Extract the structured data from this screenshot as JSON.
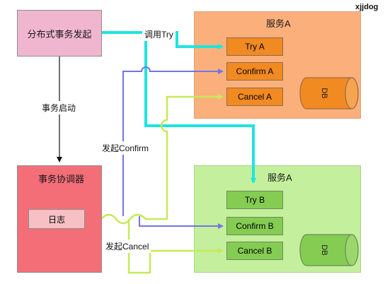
{
  "watermark": "xjjdog",
  "initiator": {
    "label": "分布式事务发起"
  },
  "coordinator": {
    "label": "事务协调器",
    "log_label": "日志"
  },
  "service_a": {
    "title": "服务A",
    "try": "Try A",
    "confirm": "Confirm A",
    "cancel": "Cancel A",
    "db": "DB"
  },
  "service_b": {
    "title": "服务A",
    "try": "Try B",
    "confirm": "Confirm B",
    "cancel": "Cancel B",
    "db": "DB"
  },
  "edge_labels": {
    "call_try": "调用Try",
    "start_tx": "事务启动",
    "send_confirm": "发起Confirm",
    "send_cancel": "发起Cancel"
  },
  "colors": {
    "initiator_fill": "#f0b6cf",
    "coordinator_fill": "#f46e78",
    "log_fill": "#f6c0c4",
    "service_a_fill": "#fbb07c",
    "service_a_op_fill": "#f28a22",
    "service_b_fill": "#c4ef9c",
    "service_b_op_fill": "#84cc52",
    "try_arrow": "#1ee5e0",
    "confirm_arrow": "#7275e6",
    "cancel_arrow": "#c5ea58"
  }
}
